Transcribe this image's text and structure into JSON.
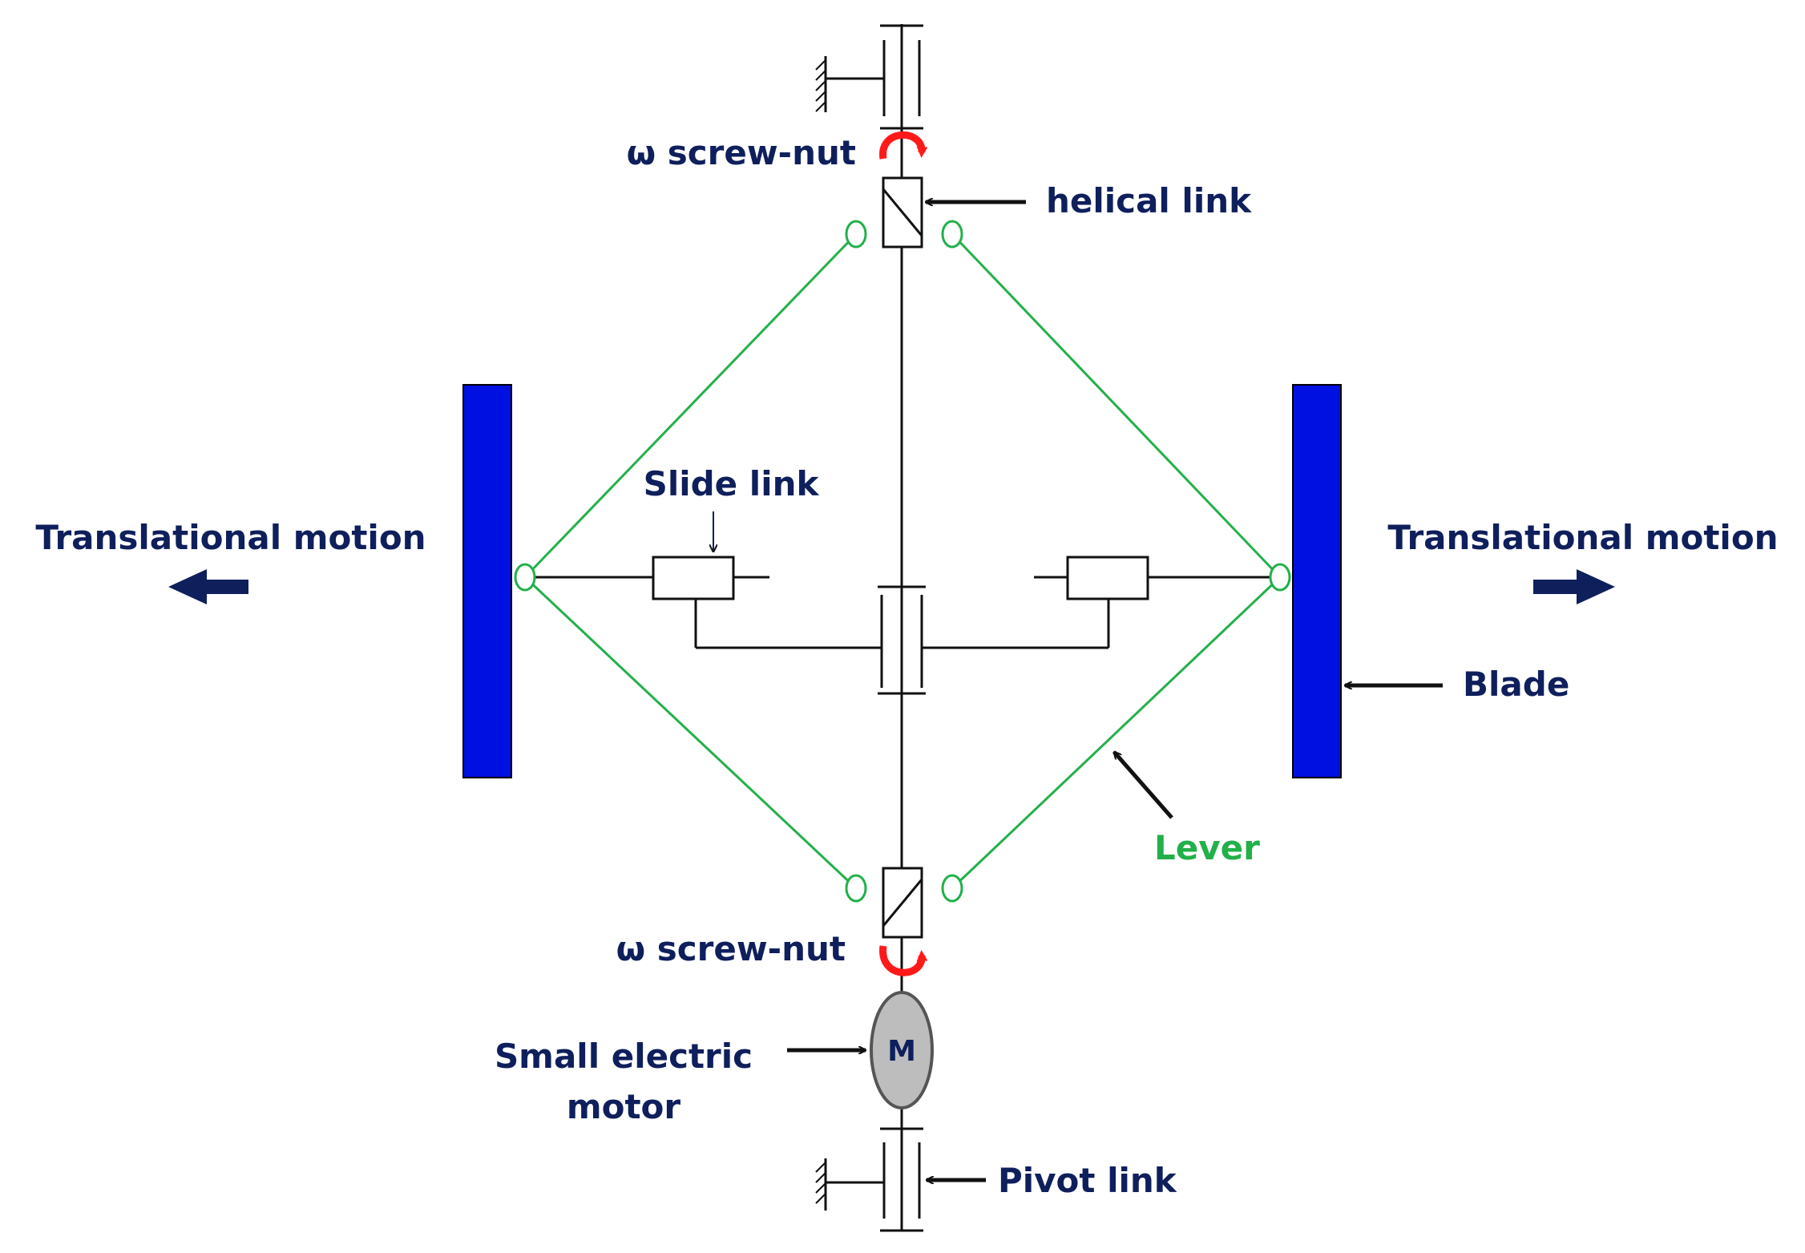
{
  "labels": {
    "screw_nut_top": "ω screw-nut",
    "helical_link": "helical link",
    "slide_link": "Slide link",
    "translational_left": "Translational motion",
    "translational_right": "Translational motion",
    "blade": "Blade",
    "lever": "Lever",
    "screw_nut_bottom": "ω screw-nut",
    "motor_line1": "Small electric",
    "motor_line2": "motor",
    "motor_symbol": "M",
    "pivot_link": "Pivot link"
  },
  "colors": {
    "label_text": "#0f1f5c",
    "lever": "#22b04a",
    "blade": "#0010e0",
    "rotation_arrow": "#ff1a1a",
    "motion_arrow": "#0f1f5c",
    "motor_fill": "#bdbdbd",
    "linkage": "#111111"
  }
}
